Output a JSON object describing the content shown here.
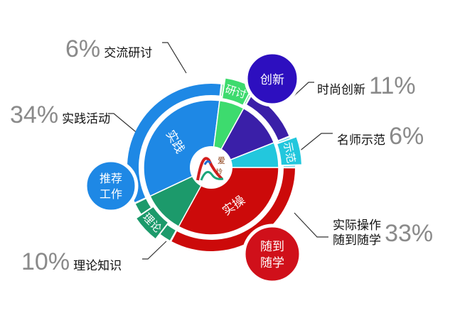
{
  "chart_data": {
    "type": "pie",
    "slices": [
      {
        "label": "实操",
        "value": 33,
        "color": "#cc0a0a"
      },
      {
        "label": "理论",
        "value": 10,
        "color": "#1c9a6b"
      },
      {
        "label": "实践",
        "value": 34,
        "color": "#1e88e5"
      },
      {
        "label": "研讨",
        "value": 6,
        "color": "#3ddb6e"
      },
      {
        "label": "创新",
        "value": 11,
        "color": "#3a1fa8"
      },
      {
        "label": "示范",
        "value": 6,
        "color": "#22c7dd"
      }
    ],
    "callouts": [
      {
        "percent": "6%",
        "label": "交流研讨"
      },
      {
        "percent": "34%",
        "label": "实践活动"
      },
      {
        "percent": "10%",
        "label": "理论知识"
      },
      {
        "percent": "11%",
        "label": "时尚创新"
      },
      {
        "percent": "6%",
        "label": "名师示范"
      },
      {
        "percent": "33%",
        "label_line1": "实际操作",
        "label_line2": "随到随学"
      }
    ],
    "badges": {
      "innovate": "创新",
      "recommend_line1": "推荐",
      "recommend_line2": "工作",
      "anytime_line1": "随到",
      "anytime_line2": "随学"
    },
    "logo": {
      "line1": "爱",
      "line2": "玲"
    }
  }
}
